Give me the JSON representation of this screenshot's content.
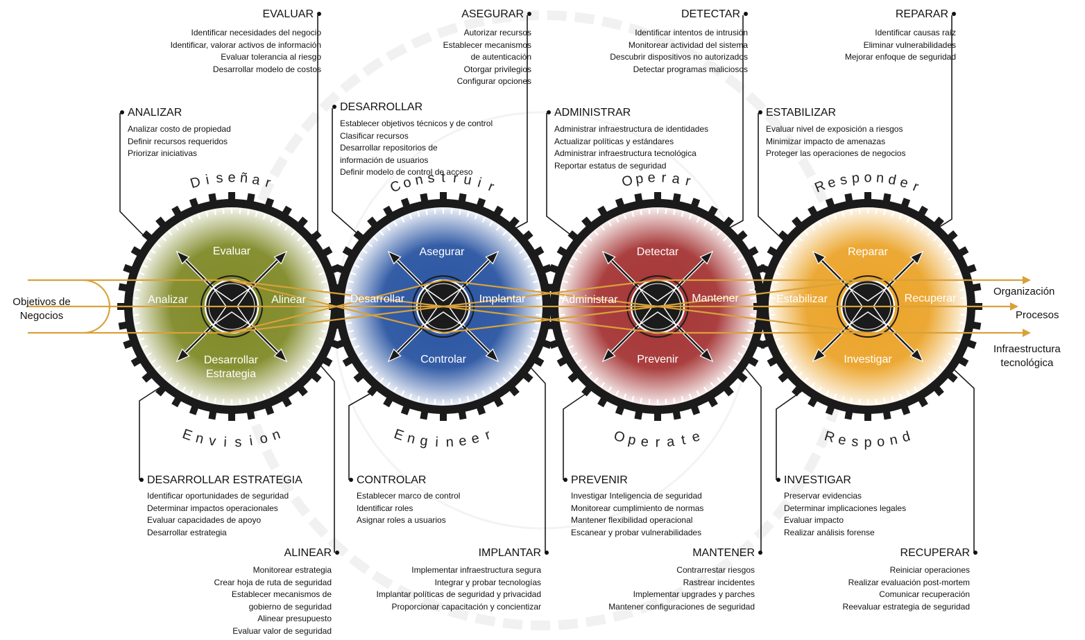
{
  "input_label_lines": [
    "Objetivos de",
    "Negocios"
  ],
  "outputs": {
    "organizacion": "Organización",
    "procesos": "Procesos",
    "infra_lines": [
      "Infraestructura",
      "tecnológica"
    ]
  },
  "wheels": [
    {
      "id": "envision",
      "arc_top": "Diseñar",
      "arc_bottom": "Envision",
      "color": "#808a28",
      "quadrants": {
        "top": "Evaluar",
        "left": "Analizar",
        "right": "Alinear",
        "bottom": [
          "Desarrollar",
          "Estrategia"
        ]
      }
    },
    {
      "id": "engineer",
      "arc_top": "Construir",
      "arc_bottom": "Engineer",
      "color": "#2a55a2",
      "quadrants": {
        "top": "Asegurar",
        "left": "Desarrollar",
        "right": "Implantar",
        "bottom": [
          "Controlar"
        ]
      }
    },
    {
      "id": "operate",
      "arc_top": "Operar",
      "arc_bottom": "Operate",
      "color": "#a53535",
      "quadrants": {
        "top": "Detectar",
        "left": "Administrar",
        "right": "Mantener",
        "bottom": [
          "Prevenir"
        ]
      }
    },
    {
      "id": "respond",
      "arc_top": "Responder",
      "arc_bottom": "Respond",
      "color": "#eba42a",
      "quadrants": {
        "top": "Reparar",
        "left": "Estabilizar",
        "right": "Recuperar",
        "bottom": [
          "Investigar"
        ]
      }
    }
  ],
  "blocks": {
    "evaluar": {
      "title": "EVALUAR",
      "items": [
        "Identificar necesidades del negocio",
        "Identificar, valorar activos de información",
        "Evaluar tolerancia al riesgo",
        "Desarrollar modelo de costos"
      ]
    },
    "asegurar": {
      "title": "ASEGURAR",
      "items": [
        "Autorizar recursos",
        "Establecer mecanismos",
        "de autenticación",
        "Otorgar privilegios",
        "Configurar opciones"
      ]
    },
    "detectar": {
      "title": "DETECTAR",
      "items": [
        "Identificar intentos de intrusión",
        "Monitorear actividad del sistema",
        "Descubrir dispositivos no autorizados",
        "Detectar programas maliciosos"
      ]
    },
    "reparar": {
      "title": "REPARAR",
      "items": [
        "Identificar causas raíz",
        "Eliminar vulnerabilidades",
        "Mejorar enfoque de seguridad"
      ]
    },
    "analizar": {
      "title": "ANALIZAR",
      "items": [
        "Analizar costo de propiedad",
        "Definir recursos requeridos",
        "Priorizar iniciativas"
      ]
    },
    "desarrollar": {
      "title": "DESARROLLAR",
      "items": [
        "Establecer objetivos técnicos y de control",
        "Clasificar recursos",
        "Desarrollar repositorios de",
        "información de usuarios",
        "Definir modelo de control de acceso"
      ]
    },
    "administrar": {
      "title": "ADMINISTRAR",
      "items": [
        "Administrar infraestructura de identidades",
        "Actualizar políticas y estándares",
        "Administrar infraestructura tecnológica",
        "Reportar estatus de seguridad"
      ]
    },
    "estabilizar": {
      "title": "ESTABILIZAR",
      "items": [
        "Evaluar nivel de exposición a riesgos",
        "Minimizar impacto de amenazas",
        "Proteger las operaciones de negocios"
      ]
    },
    "desarrollar_estrategia": {
      "title": "DESARROLLAR ESTRATEGIA",
      "items": [
        "Identificar oportunidades de seguridad",
        "Determinar impactos operacionales",
        "Evaluar capacidades de apoyo",
        "Desarrollar estrategia"
      ]
    },
    "controlar": {
      "title": "CONTROLAR",
      "items": [
        "Establecer marco de control",
        "Identificar roles",
        "Asignar roles a usuarios"
      ]
    },
    "prevenir": {
      "title": "PREVENIR",
      "items": [
        "Investigar Inteligencia de seguridad",
        "Monitorear cumplimiento de normas",
        "Mantener flexibilidad operacional",
        "Escanear y probar vulnerabilidades"
      ]
    },
    "investigar": {
      "title": "INVESTIGAR",
      "items": [
        "Preservar evidencias",
        "Determinar implicaciones legales",
        "Evaluar impacto",
        "Realizar análisis forense"
      ]
    },
    "alinear": {
      "title": "ALINEAR",
      "items": [
        "Monitorear estrategia",
        "Crear hoja de ruta de seguridad",
        "Establecer mecanismos de",
        "gobierno de seguridad",
        "Alinear presupuesto",
        "Evaluar valor de seguridad"
      ]
    },
    "implantar": {
      "title": "IMPLANTAR",
      "items": [
        "Implementar infraestructura segura",
        "Integrar y probar tecnologías",
        "Implantar políticas de seguridad y privacidad",
        "Proporcionar capacitación y concientizar"
      ]
    },
    "mantener": {
      "title": "MANTENER",
      "items": [
        "Contrarrestar riesgos",
        "Rastrear incidentes",
        "Implementar upgrades y parches",
        "Mantener configuraciones de seguridad"
      ]
    },
    "recuperar": {
      "title": "RECUPERAR",
      "items": [
        "Reiniciar operaciones",
        "Realizar evaluación post-mortem",
        "Comunicar recuperación",
        "Reevaluar estrategia de seguridad"
      ]
    }
  }
}
